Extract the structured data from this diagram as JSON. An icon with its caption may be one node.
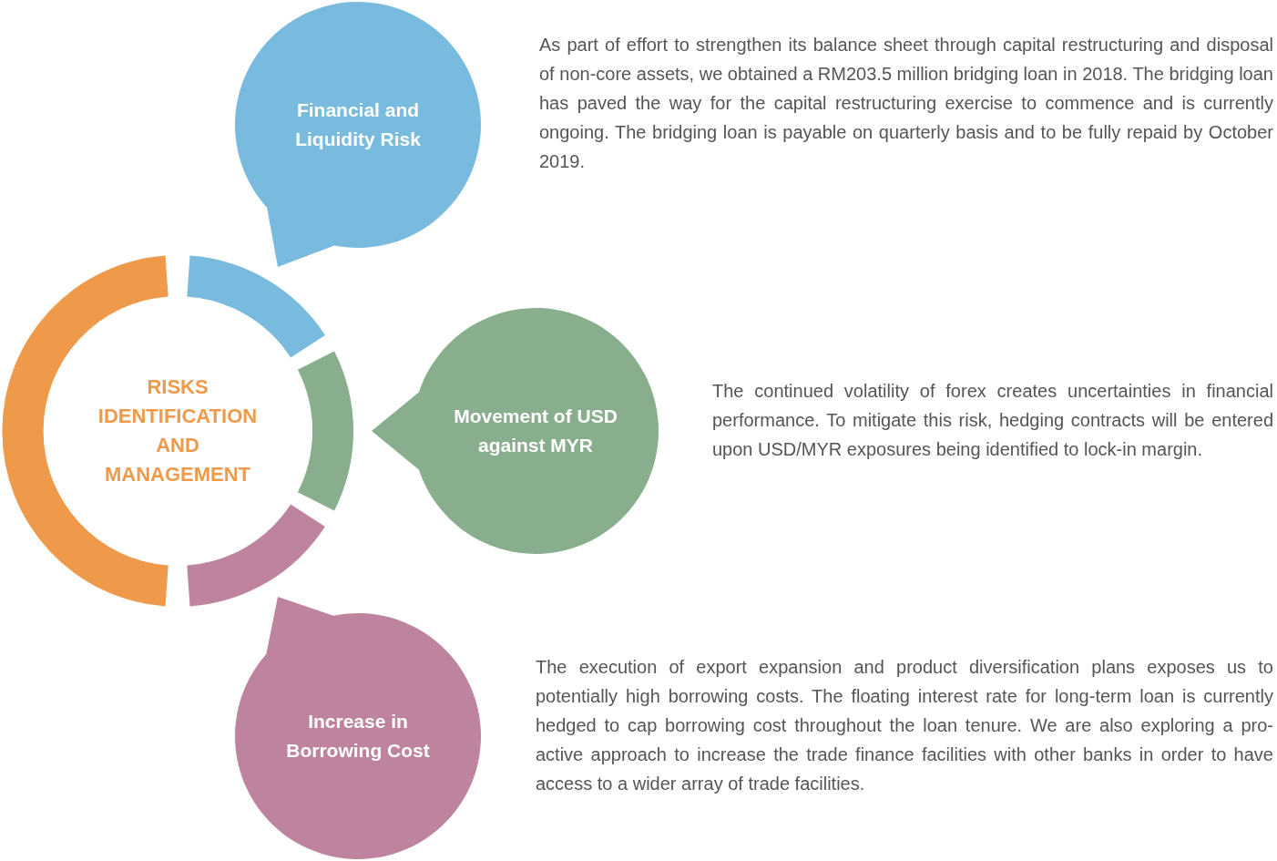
{
  "diagram": {
    "nodes": [
      {
        "text": [
          "RISKS IDENTIFICATION AND MANAGEMENT"
        ]
      },
      {
        "text": [
          "Financial and Liquidity Risk"
        ],
        "beside": [
          "As part of effort to strengthen its balance sheet through capital restructuring and disposal of non-core assets, we obtained a RM203.5 million bridging loan in 2018. The bridging loan has paved the way for the capital restructuring exercise to commence and is currently ongoing. The bridging loan is payable on quarterly basis and to be fully repaid by October 2019."
        ]
      },
      {
        "text": [
          "Movement of USD against MYR"
        ],
        "beside": [
          "The continued volatility of forex creates uncertainties in financial performance. To mitigate this risk, hedging contracts will be entered upon USD/MYR exposures being identified to lock-in margin."
        ]
      },
      {
        "text": [
          "Increase in Borrowing Cost"
        ],
        "beside": [
          "The execution of export expansion and product diversification plans exposes us to potentially high borrowing costs. The floating interest rate for long-term loan is currently hedged to cap borrowing cost throughout the loan tenure. We are also exploring a pro-active approach to increase the trade finance facilities with other banks in order to have access to a wider array of trade facilities."
        ]
      }
    ]
  }
}
